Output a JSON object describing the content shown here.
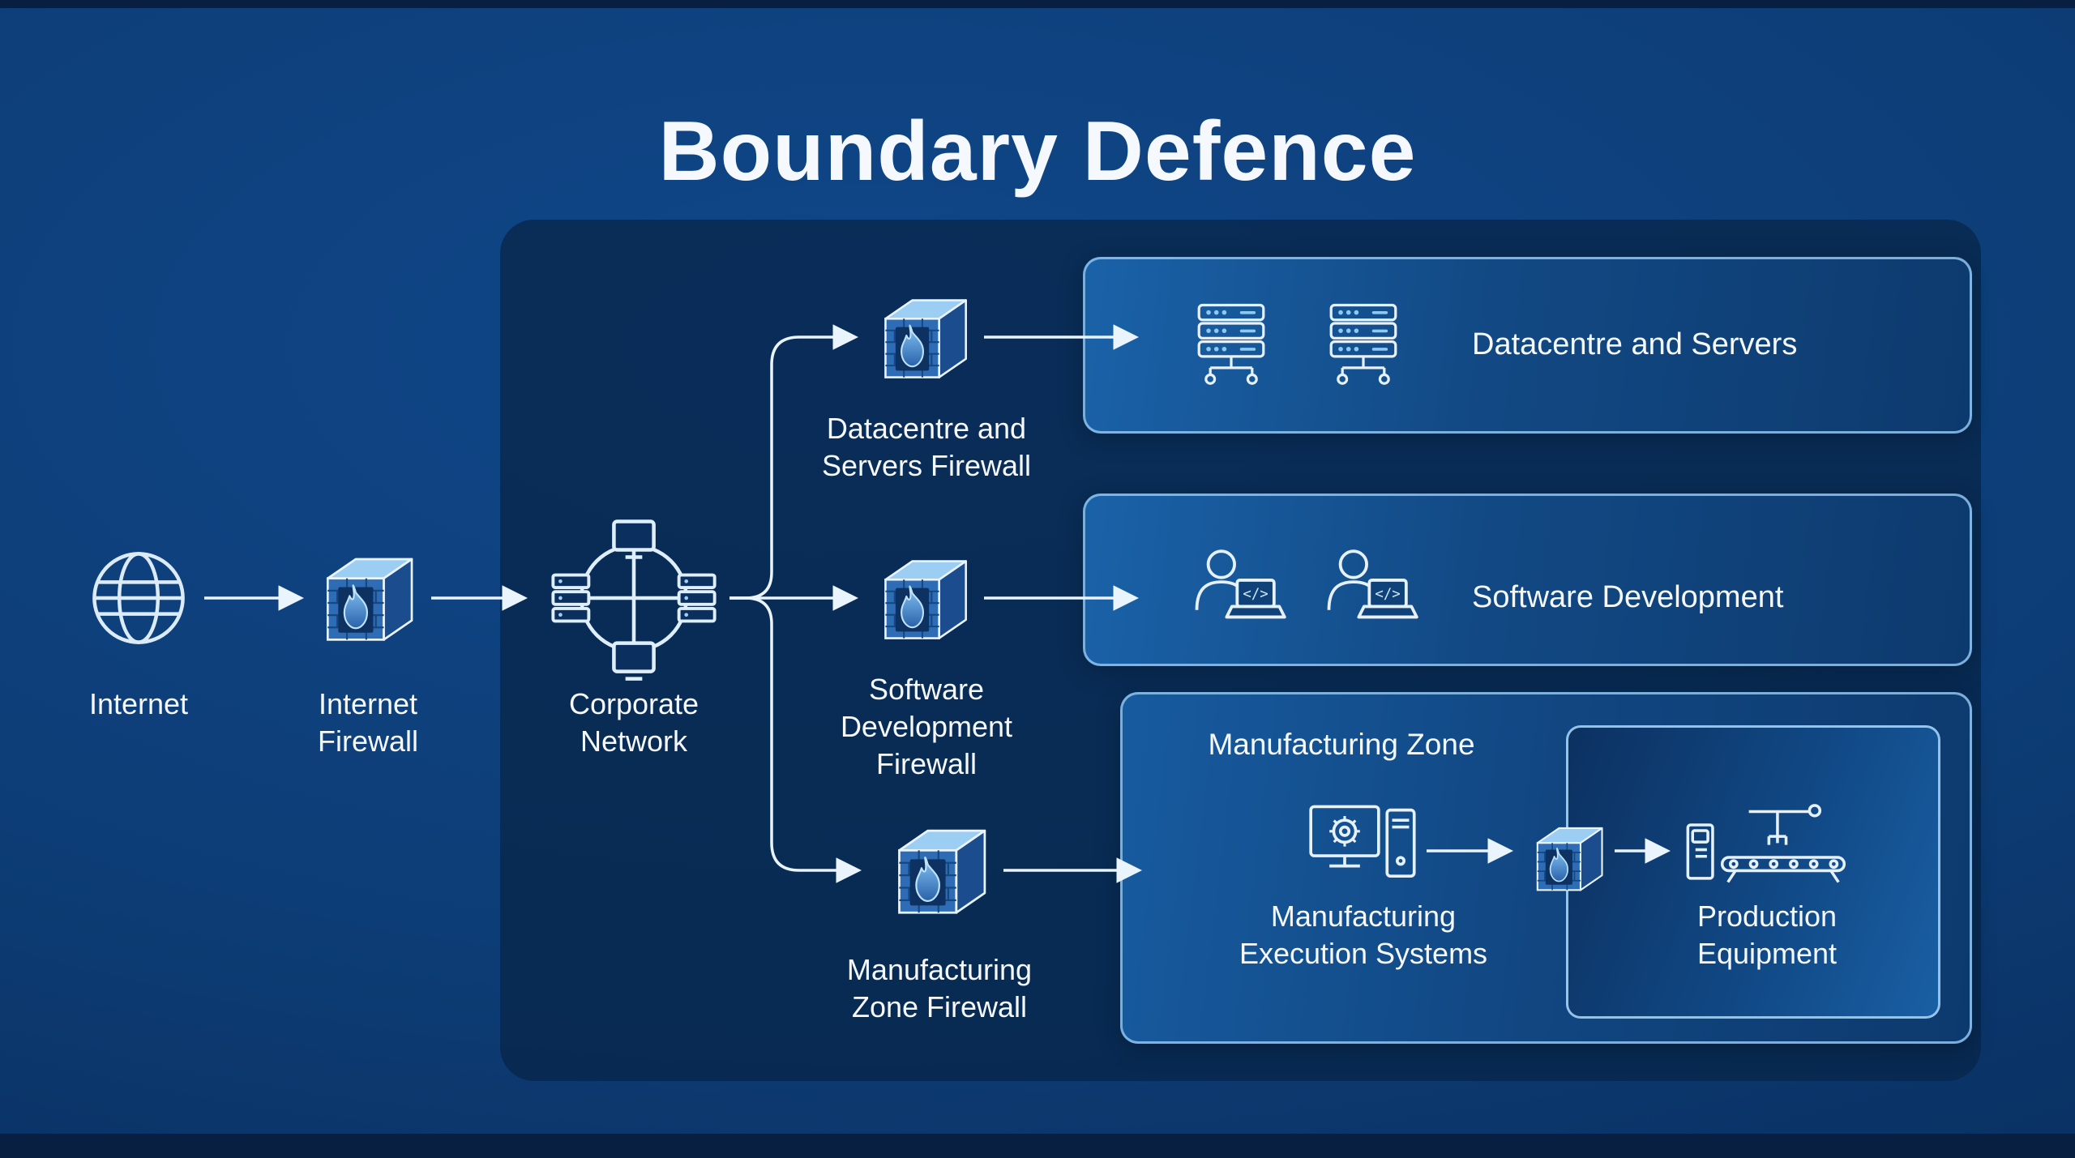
{
  "title": "Boundary Defence",
  "colors": {
    "background": "#0d3d76",
    "container": "#0b2f5e",
    "panel_border": "#8fc3ee",
    "text": "#f5f9fd",
    "firewall_top": "#9ccdf2",
    "firewall_front": "#2e6db6",
    "flame_light": "#85c6f6",
    "flame_dark": "#2a62aa"
  },
  "nodes": {
    "internet": {
      "label": "Internet"
    },
    "internet_firewall": {
      "label": "Internet\nFirewall"
    },
    "corporate_network": {
      "label": "Corporate\nNetwork"
    },
    "datacentre_firewall": {
      "label": "Datacentre and\nServers Firewall"
    },
    "software_firewall": {
      "label": "Software\nDevelopment\nFirewall"
    },
    "manufacturing_firewall": {
      "label": "Manufacturing\nZone Firewall"
    }
  },
  "zones": {
    "datacentre": {
      "label": "Datacentre and Servers"
    },
    "software": {
      "label": "Software Development"
    },
    "manufacturing": {
      "label": "Manufacturing Zone",
      "mes": {
        "label": "Manufacturing\nExecution Systems"
      },
      "production": {
        "label": "Production\nEquipment"
      }
    }
  }
}
